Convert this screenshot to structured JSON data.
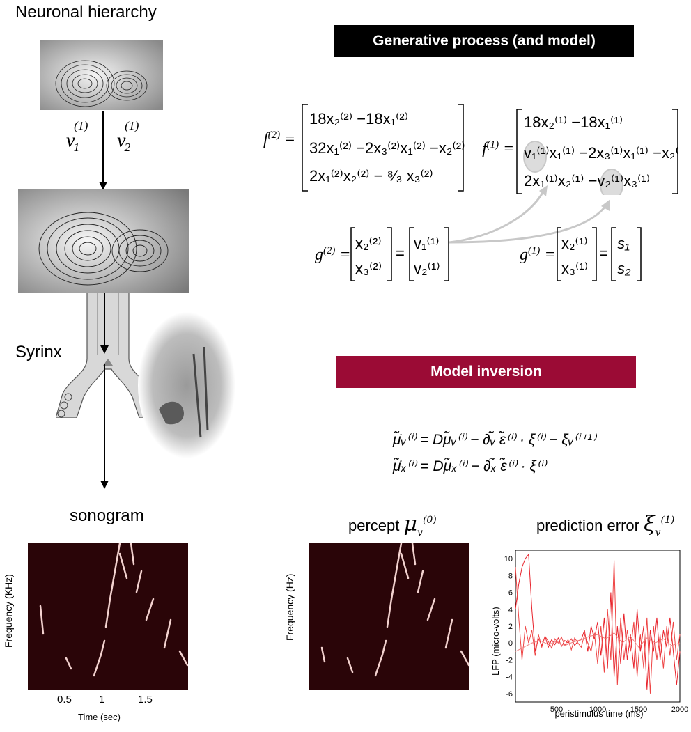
{
  "labels": {
    "neuronal_hierarchy": "Neuronal hierarchy",
    "syrinx": "Syrinx",
    "sonogram": "sonogram",
    "percept": "percept",
    "prediction_error": "prediction error",
    "v1": "v",
    "v2": "v"
  },
  "headers": {
    "generative": "Generative process (and model)",
    "inversion": "Model inversion"
  },
  "equations": {
    "f2_lhs": "f",
    "f1_lhs": "f",
    "g2_lhs": "g",
    "g1_lhs": "g",
    "s1": "s",
    "s2": "s"
  },
  "sonogram_axes": {
    "ylabel": "Frequency (KHz)",
    "xlabel": "Time (sec)",
    "xticks": [
      "0.5",
      "1",
      "1.5"
    ]
  },
  "percept_axes": {
    "ylabel": "Frequency (Hz)"
  },
  "chart_data": {
    "type": "line",
    "xlabel": "peristimulus time (ms)",
    "ylabel": "LFP (micro-volts)",
    "xlim": [
      0,
      2000
    ],
    "ylim": [
      -7,
      11
    ],
    "xticks": [
      500,
      1000,
      1500,
      2000
    ],
    "yticks": [
      10,
      8,
      6,
      4,
      2,
      0,
      -2,
      -4,
      -6
    ],
    "series": [
      {
        "values": [
          [
            0,
            4
          ],
          [
            40,
            7
          ],
          [
            80,
            9
          ],
          [
            120,
            10
          ],
          [
            160,
            10.5
          ],
          [
            200,
            4
          ],
          [
            240,
            -1
          ],
          [
            280,
            0.5
          ],
          [
            320,
            -0.3
          ],
          [
            360,
            0.8
          ],
          [
            400,
            -0.5
          ],
          [
            440,
            0.4
          ],
          [
            480,
            -0.2
          ],
          [
            520,
            0.6
          ],
          [
            560,
            -0.4
          ],
          [
            600,
            0.3
          ],
          [
            640,
            0
          ],
          [
            680,
            0.5
          ],
          [
            720,
            -0.3
          ],
          [
            760,
            0.2
          ],
          [
            800,
            0.4
          ],
          [
            840,
            1.5
          ],
          [
            880,
            -1
          ],
          [
            920,
            2
          ],
          [
            960,
            0.5
          ],
          [
            1000,
            2.5
          ],
          [
            1040,
            -1.5
          ],
          [
            1080,
            3
          ],
          [
            1120,
            -3
          ],
          [
            1160,
            6
          ],
          [
            1200,
            -4
          ],
          [
            1240,
            2
          ],
          [
            1280,
            -2.5
          ],
          [
            1320,
            3.5
          ],
          [
            1360,
            -2
          ],
          [
            1400,
            1
          ],
          [
            1440,
            -3
          ],
          [
            1480,
            4
          ],
          [
            1520,
            -1
          ],
          [
            1560,
            2
          ],
          [
            1600,
            -5.5
          ],
          [
            1640,
            1.5
          ],
          [
            1680,
            -1
          ],
          [
            1720,
            3
          ],
          [
            1760,
            -2
          ],
          [
            1800,
            1.5
          ],
          [
            1840,
            -0.5
          ],
          [
            1880,
            3
          ],
          [
            1920,
            -1
          ],
          [
            1960,
            -5
          ],
          [
            2000,
            -1
          ]
        ]
      },
      {
        "values": [
          [
            0,
            9
          ],
          [
            40,
            3
          ],
          [
            80,
            -2
          ],
          [
            120,
            2
          ],
          [
            160,
            0
          ],
          [
            200,
            1.5
          ],
          [
            240,
            -1.5
          ],
          [
            280,
            1
          ],
          [
            320,
            -0.5
          ],
          [
            360,
            0.8
          ],
          [
            400,
            0.2
          ],
          [
            440,
            -0.6
          ],
          [
            480,
            0.5
          ],
          [
            520,
            0
          ],
          [
            560,
            0.7
          ],
          [
            600,
            -0.3
          ],
          [
            640,
            0.4
          ],
          [
            680,
            -0.8
          ],
          [
            720,
            0.6
          ],
          [
            760,
            0
          ],
          [
            800,
            -0.5
          ],
          [
            840,
            1
          ],
          [
            880,
            0
          ],
          [
            920,
            -1
          ],
          [
            960,
            1.2
          ],
          [
            1000,
            -2.5
          ],
          [
            1040,
            2
          ],
          [
            1080,
            -3.5
          ],
          [
            1120,
            4
          ],
          [
            1160,
            -2
          ],
          [
            1200,
            9.8
          ],
          [
            1240,
            -5
          ],
          [
            1280,
            3
          ],
          [
            1320,
            -2
          ],
          [
            1360,
            1.5
          ],
          [
            1400,
            -1
          ],
          [
            1440,
            2.5
          ],
          [
            1480,
            -4
          ],
          [
            1520,
            1
          ],
          [
            1560,
            -3
          ],
          [
            1600,
            3
          ],
          [
            1640,
            -6
          ],
          [
            1680,
            2
          ],
          [
            1720,
            -2
          ],
          [
            1760,
            1
          ],
          [
            1800,
            -3
          ],
          [
            1840,
            2
          ],
          [
            1880,
            -1.5
          ],
          [
            1920,
            2.5
          ],
          [
            1960,
            -2
          ],
          [
            2000,
            1
          ]
        ]
      },
      {
        "values": [
          [
            0,
            -1
          ],
          [
            100,
            -0.5
          ],
          [
            200,
            0
          ],
          [
            300,
            0.3
          ],
          [
            400,
            -0.2
          ],
          [
            500,
            0.2
          ],
          [
            600,
            -0.3
          ],
          [
            700,
            0.1
          ],
          [
            800,
            0.4
          ],
          [
            900,
            0.8
          ],
          [
            1000,
            1
          ],
          [
            1100,
            0.5
          ],
          [
            1200,
            1.2
          ],
          [
            1300,
            0
          ],
          [
            1400,
            0.8
          ],
          [
            1500,
            -0.5
          ],
          [
            1600,
            0.6
          ],
          [
            1700,
            0
          ],
          [
            1800,
            0.5
          ],
          [
            1900,
            -0.3
          ],
          [
            2000,
            0
          ]
        ]
      }
    ]
  }
}
